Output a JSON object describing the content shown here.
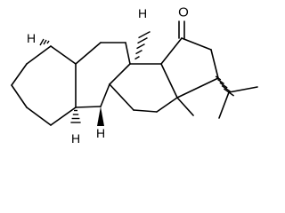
{
  "structure": {
    "atom_labels": {
      "oxygen": "O",
      "h_top": "H",
      "h_left": "H",
      "h_bottom": "H",
      "h_lower_center": "H"
    },
    "colors": {
      "line": "#000000",
      "background": "#ffffff"
    }
  }
}
